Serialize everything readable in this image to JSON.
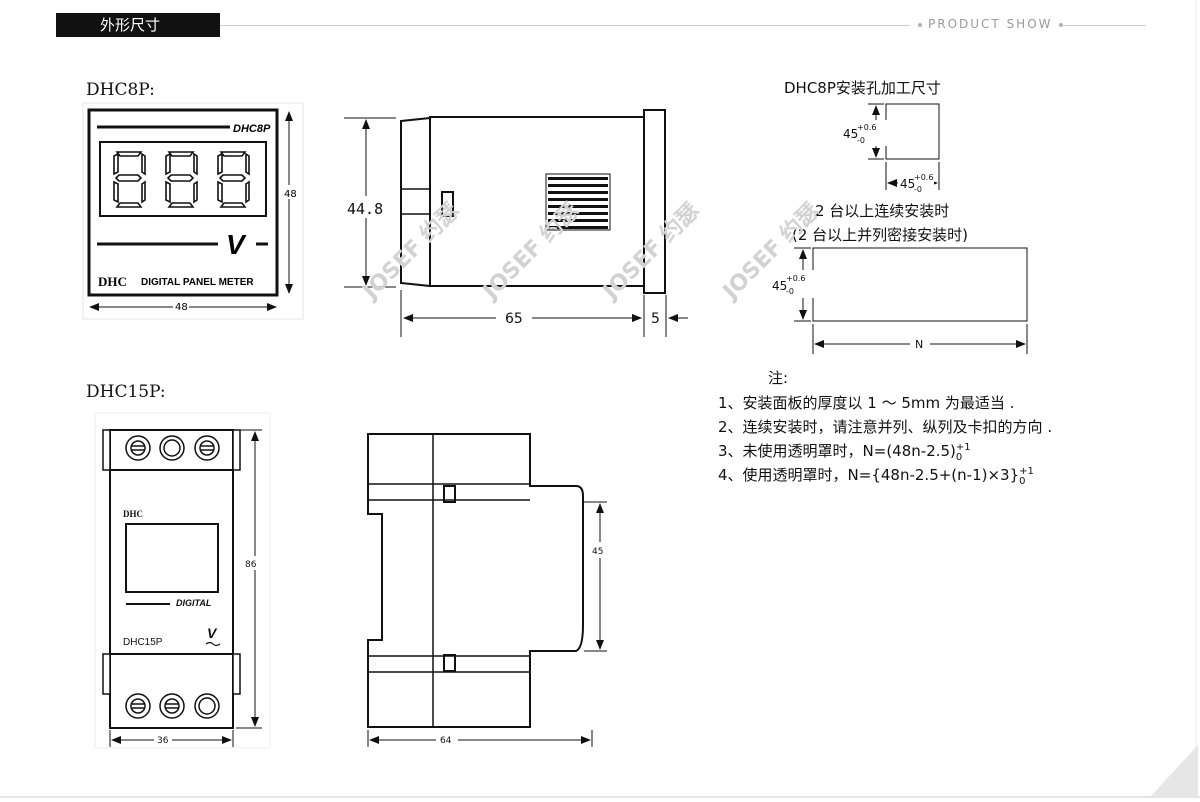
{
  "header": {
    "tab_label": "外形尺寸",
    "right_label": "PRODUCT SHOW"
  },
  "models": {
    "dhc8p": "DHC8P:",
    "dhc15p": "DHC15P:"
  },
  "front8p": {
    "model_tag": "DHC8P",
    "unit": "V",
    "brand": "DHC",
    "subtitle": "DIGITAL PANEL METER",
    "height": "48",
    "width": "48"
  },
  "side8p": {
    "height": "44.8",
    "depth": "65",
    "bezel": "5"
  },
  "cutout": {
    "title": "DHC8P安装孔加工尺寸",
    "h_base": "45",
    "w_base": "45",
    "tol_up": "+0.6",
    "tol_low": "-0"
  },
  "multi": {
    "line1": "2 台以上连续安装时",
    "line2": "(2 台以上并列密接安装时)",
    "h_base": "45",
    "tol_up": "+0.6",
    "tol_low": "-0",
    "width": "N"
  },
  "notes": {
    "title": "注:",
    "n1": "1、安装面板的厚度以 1 ～ 5mm 为最适当 .",
    "n2": "2、连续安装时，请注意并列、纵列及卡扣的方向 .",
    "n3": "3、未使用透明罩时，N=(48n-2.5)",
    "n3_sup": "+1",
    "n3_sub": "0",
    "n4": "4、使用透明罩时，N={48n-2.5+(n-1)×3}",
    "n4_sup": "+1",
    "n4_sub": "0"
  },
  "front15p": {
    "brand": "DHC",
    "label": "DIGITAL",
    "model": "DHC15P",
    "unit": "V",
    "height": "86",
    "width": "36"
  },
  "side15p": {
    "height": "45",
    "width": "64"
  },
  "watermark": "JOSEF 约瑟"
}
